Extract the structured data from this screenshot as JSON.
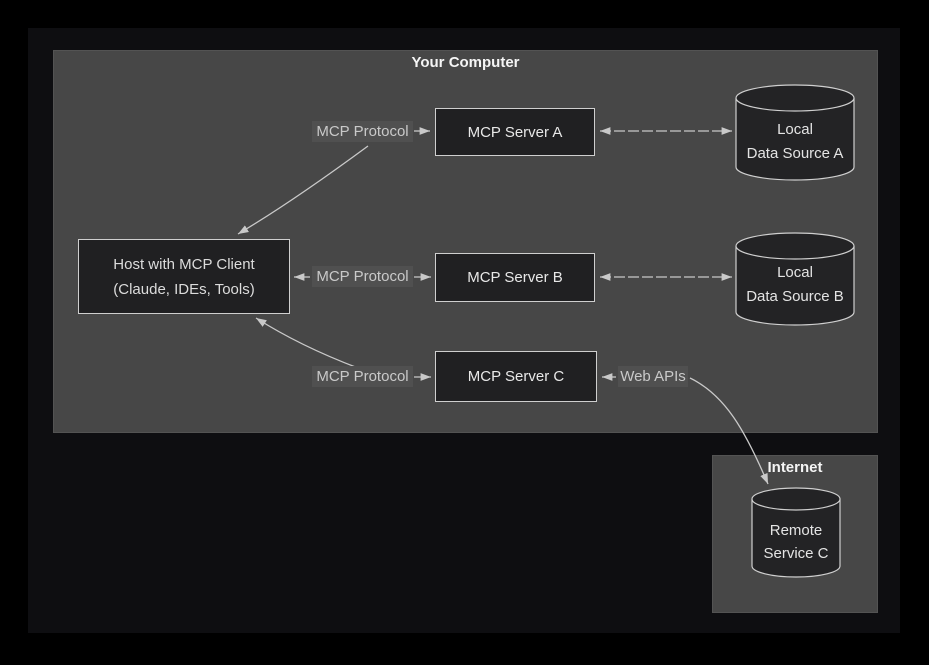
{
  "colors": {
    "outer_background": "#000000",
    "slide_background": "#0e0e11",
    "panel_background": "#474747",
    "node_background": "#202022",
    "node_border": "#cfcfcf",
    "edge_line": "#c9c9c9",
    "edge_label_background": "#505050",
    "edge_label_text": "#c9c9c9",
    "title_text": "#f5f5f5",
    "node_text": "#e8e8e8"
  },
  "diagram": {
    "your_computer": {
      "title": "Your Computer"
    },
    "internet": {
      "title": "Internet"
    },
    "host": {
      "line1": "Host with MCP Client",
      "line2": "(Claude, IDEs, Tools)"
    },
    "servers": [
      {
        "label": "MCP Server A"
      },
      {
        "label": "MCP Server B"
      },
      {
        "label": "MCP Server C"
      }
    ],
    "protocol_labels": [
      {
        "text": "MCP Protocol"
      },
      {
        "text": "MCP Protocol"
      },
      {
        "text": "MCP Protocol"
      }
    ],
    "web_apis_label": "Web APIs",
    "local_sources": [
      {
        "line1": "Local",
        "line2": "Data Source A"
      },
      {
        "line1": "Local",
        "line2": "Data Source B"
      }
    ],
    "remote_service": {
      "line1": "Remote",
      "line2": "Service C"
    }
  }
}
